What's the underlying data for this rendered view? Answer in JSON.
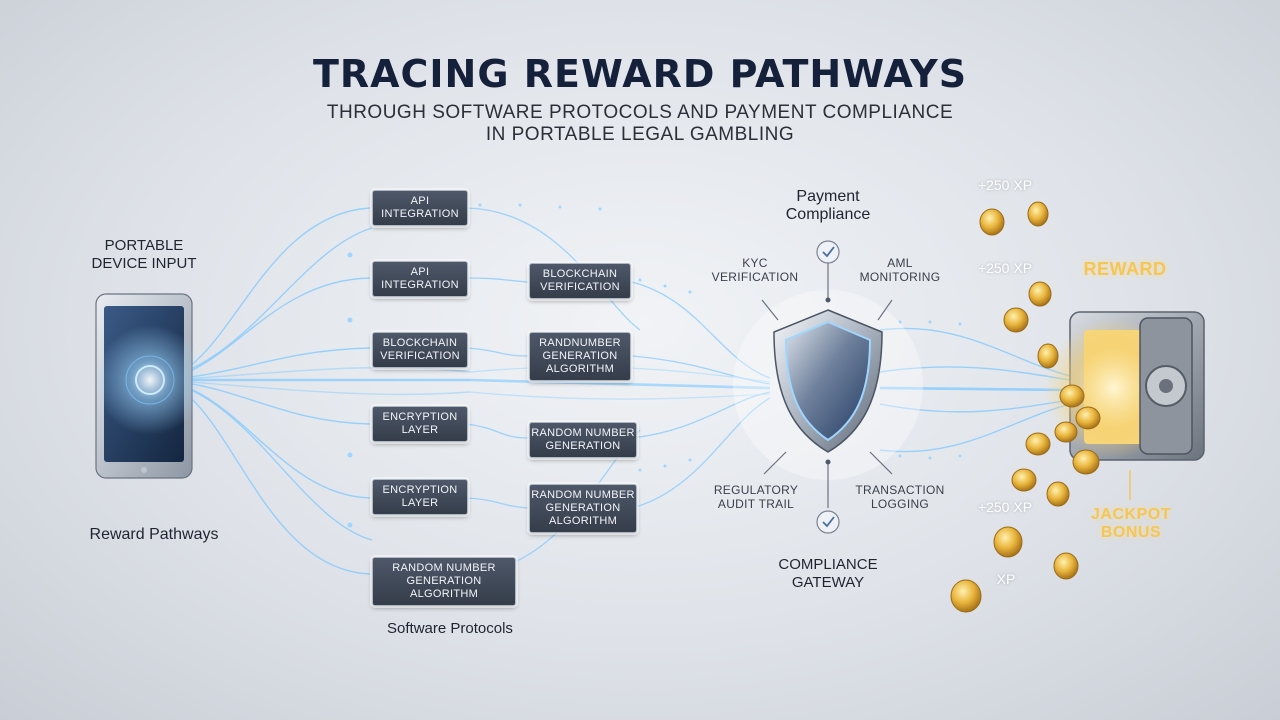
{
  "header": {
    "title": "TRACING REWARD PATHWAYS",
    "subtitle_line1": "THROUGH SOFTWARE PROTOCOLS AND PAYMENT COMPLIANCE",
    "subtitle_line2": "IN PORTABLE LEGAL GAMBLING"
  },
  "device": {
    "label_line1": "PORTABLE",
    "label_line2": "DEVICE INPUT",
    "caption": "Reward Pathways"
  },
  "protocols": {
    "caption": "Software Protocols",
    "left_column": [
      {
        "line1": "API",
        "line2": "INTEGRATION"
      },
      {
        "line1": "API",
        "line2": "INTEGRATION"
      },
      {
        "line1": "BLOCKCHAIN",
        "line2": "VERIFICATION"
      },
      {
        "line1": "ENCRYPTION",
        "line2": "LAYER"
      },
      {
        "line1": "ENCRYPTION",
        "line2": "LAYER"
      },
      {
        "line1": "RANDOM NUMBER",
        "line2": "GENERATION ALGORITHM"
      }
    ],
    "right_column": [
      {
        "line1": "BLOCKCHAIN",
        "line2": "VERIFICATION",
        "line3": ""
      },
      {
        "line1": "RANDNUMBER",
        "line2": "GENERATION",
        "line3": "ALGORITHM"
      },
      {
        "line1": "RANDOM NUMBER",
        "line2": "GENERATION",
        "line3": ""
      },
      {
        "line1": "RANDOM NUMBER",
        "line2": "GENERATION",
        "line3": "ALGORITHM"
      }
    ]
  },
  "compliance": {
    "top_label_line1": "Payment",
    "top_label_line2": "Compliance",
    "kyc_line1": "KYC",
    "kyc_line2": "VERIFICATION",
    "aml_line1": "AML",
    "aml_line2": "MONITORING",
    "audit_line1": "REGULATORY",
    "audit_line2": "AUDIT TRAIL",
    "txn_line1": "TRANSACTION",
    "txn_line2": "LOGGING",
    "gateway_line1": "COMPLIANCE",
    "gateway_line2": "GATEWAY"
  },
  "reward": {
    "label": "REWARD",
    "xp_1": "+250 XP",
    "xp_2": "+250 XP",
    "xp_3": "+250 XP",
    "xp_4": "XP",
    "jackpot_line1": "JACKPOT",
    "jackpot_line2": "BONUS"
  },
  "colors": {
    "title": "#15203a",
    "flow_glow": "#7ec8ff",
    "gold": "#f3c65a",
    "shield_inner": "#2d4a78",
    "protocol_box": "#3f4857"
  }
}
